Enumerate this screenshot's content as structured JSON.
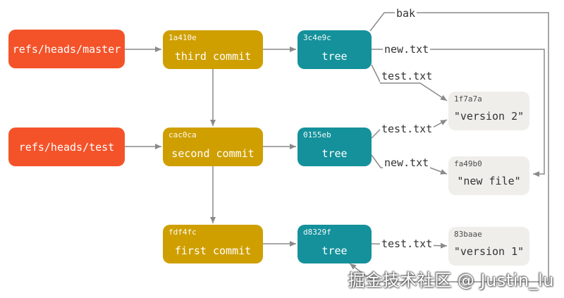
{
  "refs": {
    "master": "refs/heads/master",
    "test": "refs/heads/test"
  },
  "commits": {
    "third": {
      "sha": "1a410e",
      "label": "third commit"
    },
    "second": {
      "sha": "cac0ca",
      "label": "second commit"
    },
    "first": {
      "sha": "fdf4fc",
      "label": "first commit"
    }
  },
  "trees": {
    "t3": {
      "sha": "3c4e9c",
      "label": "tree"
    },
    "t2": {
      "sha": "0155eb",
      "label": "tree"
    },
    "t1": {
      "sha": "d8329f",
      "label": "tree"
    }
  },
  "blobs": {
    "v2": {
      "sha": "1f7a7a",
      "label": "\"version 2\""
    },
    "nf": {
      "sha": "fa49b0",
      "label": "\"new file\""
    },
    "v1": {
      "sha": "83baae",
      "label": "\"version 1\""
    }
  },
  "edges": {
    "bak": "bak",
    "new_txt_top": "new.txt",
    "test_txt_top": "test.txt",
    "test_txt_mid": "test.txt",
    "new_txt_mid": "new.txt",
    "test_txt_bot": "test.txt"
  },
  "watermark": "掘金技术社区 @ Justin_lu",
  "colors": {
    "ref": "#f4532a",
    "commit": "#cf9f00",
    "tree": "#14919b",
    "blob": "#efeeea",
    "arrow": "#8a8a8a"
  }
}
